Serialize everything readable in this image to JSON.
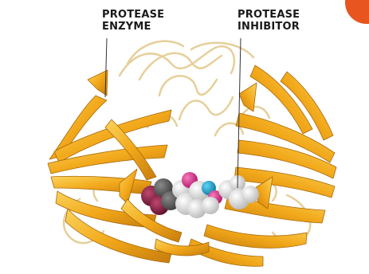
{
  "labels": {
    "enzyme": [
      "PROTEASE",
      "ENZYME"
    ],
    "inhibitor": [
      "PROTEASE",
      "INHIBITOR"
    ]
  },
  "icons": {
    "corner_badge": "orange-circle-icon",
    "enzyme_structure": "protein-ribbon-icon",
    "inhibitor_molecule": "space-filling-molecule-icon"
  },
  "colors": {
    "ribbon": "#f0a81c",
    "ribbon_dark": "#c97f0c",
    "ribbon_light": "#f9cf55",
    "loops": "#e6cf9a",
    "inhibitor_white": "#e9e9e9",
    "inhibitor_maroon": "#8b1e45",
    "inhibitor_cyan": "#1aa7d6",
    "inhibitor_pink": "#e2308f",
    "corner_badge": "#e8551f",
    "leader_line": "#333333"
  }
}
